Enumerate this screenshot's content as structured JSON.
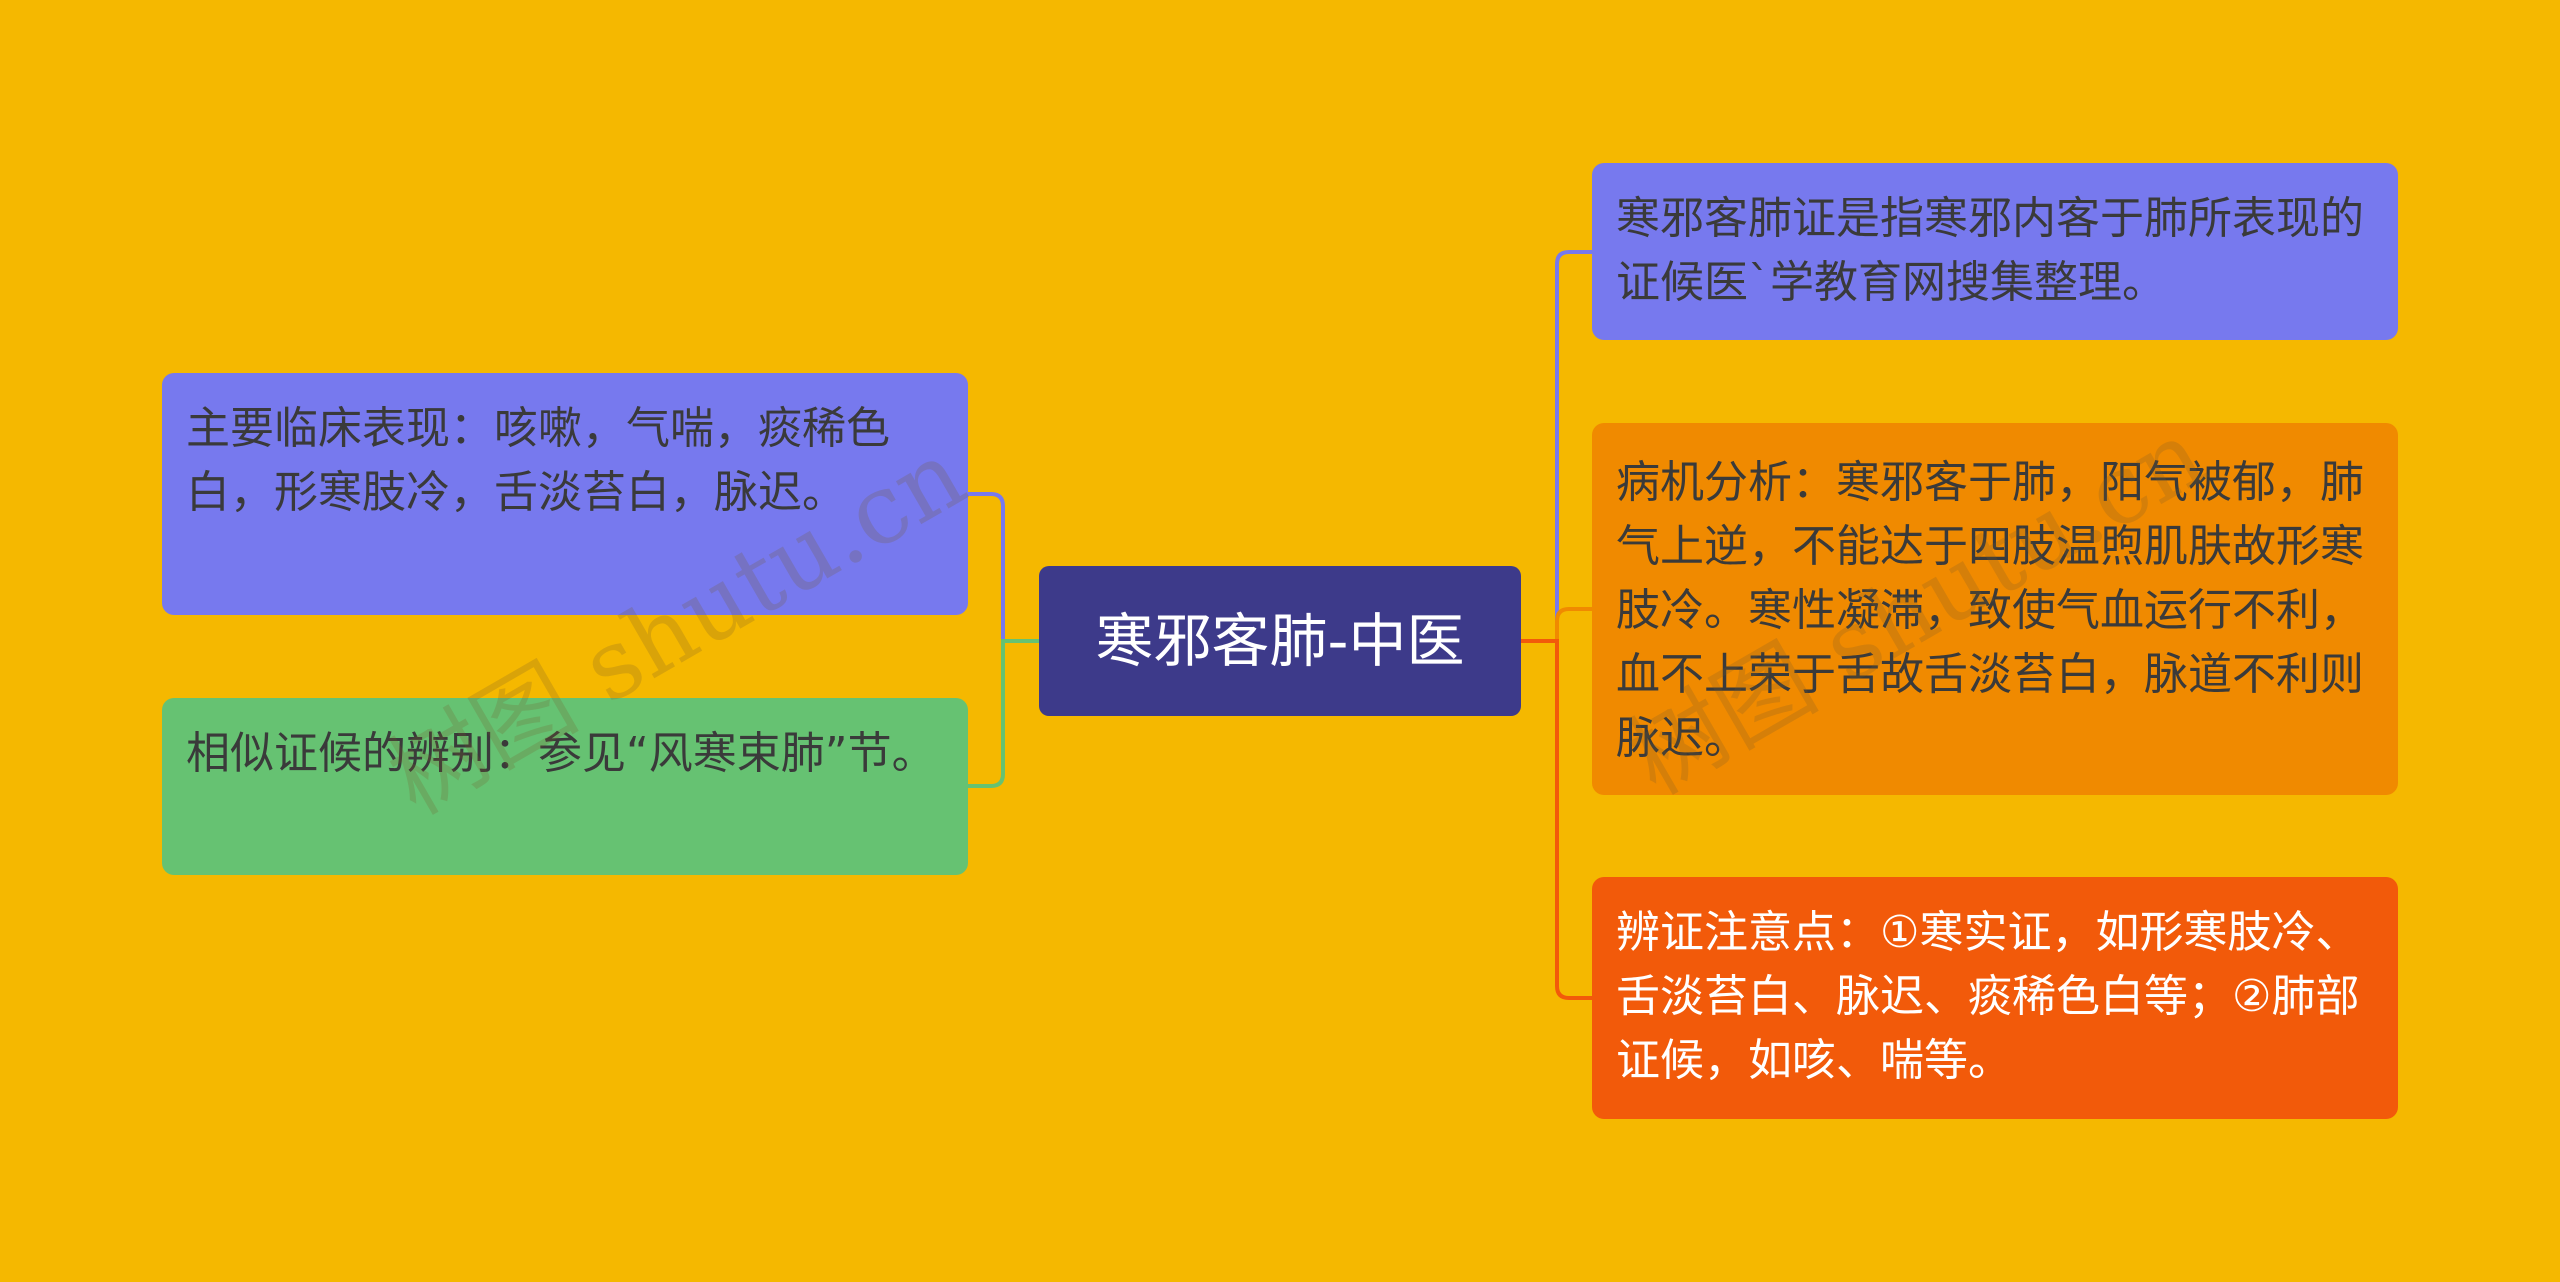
{
  "center": {
    "label": "寒邪客肺-中医",
    "color": "#3d3a8a"
  },
  "left_nodes": [
    {
      "text": "主要临床表现：咳嗽，气喘，痰稀色白，形寒肢冷，舌淡苔白，脉迟。",
      "color": "#7779ee"
    },
    {
      "text": "相似证候的辨别：参见“风寒束肺”节。",
      "color": "#66c272"
    }
  ],
  "right_nodes": [
    {
      "text": "寒邪客肺证是指寒邪内客于肺所表现的证候医`学教育网搜集整理。",
      "color": "#7779ee"
    },
    {
      "text": "病机分析：寒邪客于肺，阳气被郁，肺气上逆，不能达于四肢温煦肌肤故形寒肢冷。寒性凝滞，致使气血运行不利，血不上荣于舌故舌淡苔白，脉道不利则脉迟。",
      "color": "#f08a00"
    },
    {
      "text": "辨证注意点：①寒实证，如形寒肢冷、舌淡苔白、脉迟、痰稀色白等；②肺部证候，如咳、喘等。",
      "color": "#f25a0a"
    }
  ],
  "watermarks": [
    "树图 shutu.cn",
    "树图 shutu.cn"
  ]
}
